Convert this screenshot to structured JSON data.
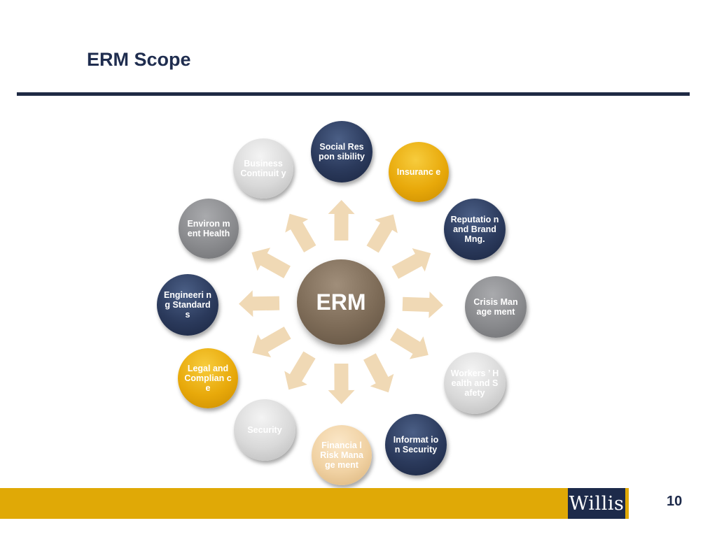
{
  "slide": {
    "title": "ERM Scope",
    "page_number": "10",
    "logo_text": "Willis"
  },
  "diagram": {
    "center": "ERM",
    "nodes": [
      {
        "id": "social",
        "label": "Social Respon sibility",
        "color": "navy"
      },
      {
        "id": "insurance",
        "label": "Insuranc e",
        "color": "gold"
      },
      {
        "id": "reputation",
        "label": "Reputatio n and Brand Mng.",
        "color": "navy"
      },
      {
        "id": "crisis",
        "label": "Crisis Manage ment",
        "color": "gray"
      },
      {
        "id": "workers",
        "label": "Workers ’ Health and Safety",
        "color": "lightgray"
      },
      {
        "id": "information",
        "label": "Informat ion Security",
        "color": "navy"
      },
      {
        "id": "financial",
        "label": "Financia l Risk Manage ment",
        "color": "tan"
      },
      {
        "id": "security",
        "label": "Security",
        "color": "lightgray"
      },
      {
        "id": "legal",
        "label": "Legal and Complian ce",
        "color": "gold"
      },
      {
        "id": "engineering",
        "label": "Engineeri ng Standard s",
        "color": "navy"
      },
      {
        "id": "environment",
        "label": "Environ ment Health",
        "color": "gray"
      },
      {
        "id": "business",
        "label": "Business Continuit y",
        "color": "lightgray"
      }
    ],
    "colors": {
      "navy": "#2b3a5c",
      "gold": "#e8a90a",
      "gray": "#8a8b8e",
      "lightgray": "#d9d9d9",
      "tan": "#f0d1a2",
      "center": "#7d6b57",
      "arrow": "#f0d9b5",
      "footer": "#e0a906"
    }
  }
}
